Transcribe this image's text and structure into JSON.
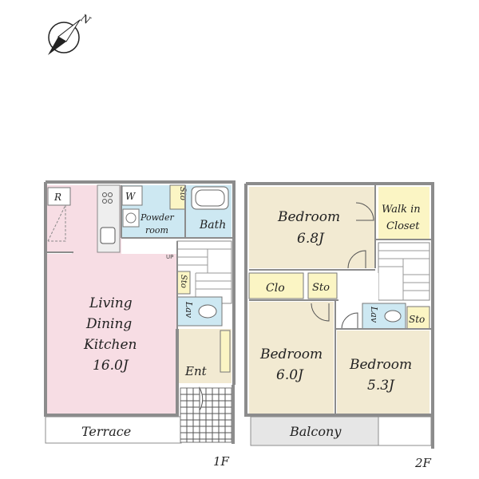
{
  "compass": {
    "north_label": "N"
  },
  "floor1": {
    "label": "1F",
    "rooms": {
      "ldk_line1": "Living",
      "ldk_line2": "Dining",
      "ldk_line3": "Kitchen",
      "ldk_size": "16.0J",
      "refrigerator": "R",
      "washer": "W",
      "powder_line1": "Powder",
      "powder_line2": "room",
      "bath": "Bath",
      "storage_top": "Sto",
      "storage_mid": "Sto",
      "lavatory": "Lav",
      "entrance": "Ent",
      "terrace": "Terrace",
      "stair_up": "UP"
    }
  },
  "floor2": {
    "label": "2F",
    "rooms": {
      "bed1": "Bedroom",
      "bed1_size": "6.8J",
      "walkin_line1": "Walk in",
      "walkin_line2": "Closet",
      "closet": "Clo",
      "storage_a": "Sto",
      "storage_b": "Sto",
      "lavatory": "Lav",
      "bed2": "Bedroom",
      "bed2_size": "6.0J",
      "bed3": "Bedroom",
      "bed3_size": "5.3J",
      "balcony": "Balcony"
    }
  },
  "colors": {
    "ldk": "#f7dde4",
    "wet": "#cde8f2",
    "bedroom": "#f2ead2",
    "closet": "#fbf5c4",
    "wall": "#8c8c8c",
    "terrace": "#ffffff",
    "balcony": "#e6e6e6"
  }
}
